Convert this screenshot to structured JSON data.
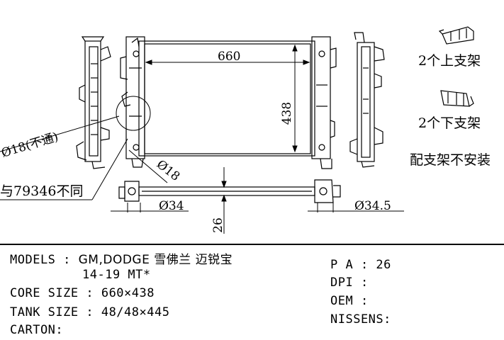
{
  "drawing": {
    "dim_width": "660",
    "dim_height": "438",
    "dim_hole": "Ø18(不通)",
    "dim_pipe_18": "Ø18",
    "dim_pipe_34": "Ø34",
    "dim_pipe_34_5": "Ø34.5",
    "dim_depth": "26",
    "note_same_as": "与79346不同",
    "bracket_upper_label": "2个上支架",
    "bracket_lower_label": "2个下支架",
    "bracket_note": "配支架不安装"
  },
  "spec": {
    "models_label": "MODELS : ",
    "models_value": "GM,DODGE 雪佛兰 迈锐宝",
    "models_years": "14-19 MT*",
    "core_label": "CORE SIZE : ",
    "core_value": "660×438",
    "tank_label": "TANK SIZE : ",
    "tank_value": "48/48×445",
    "carton_label": "CARTON:",
    "pa_label": "P A : ",
    "pa_value": "26",
    "dpi_label": "DPI : ",
    "dpi_value": "",
    "oem_label": "OEM : ",
    "oem_value": "",
    "nissens_label": "NISSENS:",
    "nissens_value": ""
  }
}
